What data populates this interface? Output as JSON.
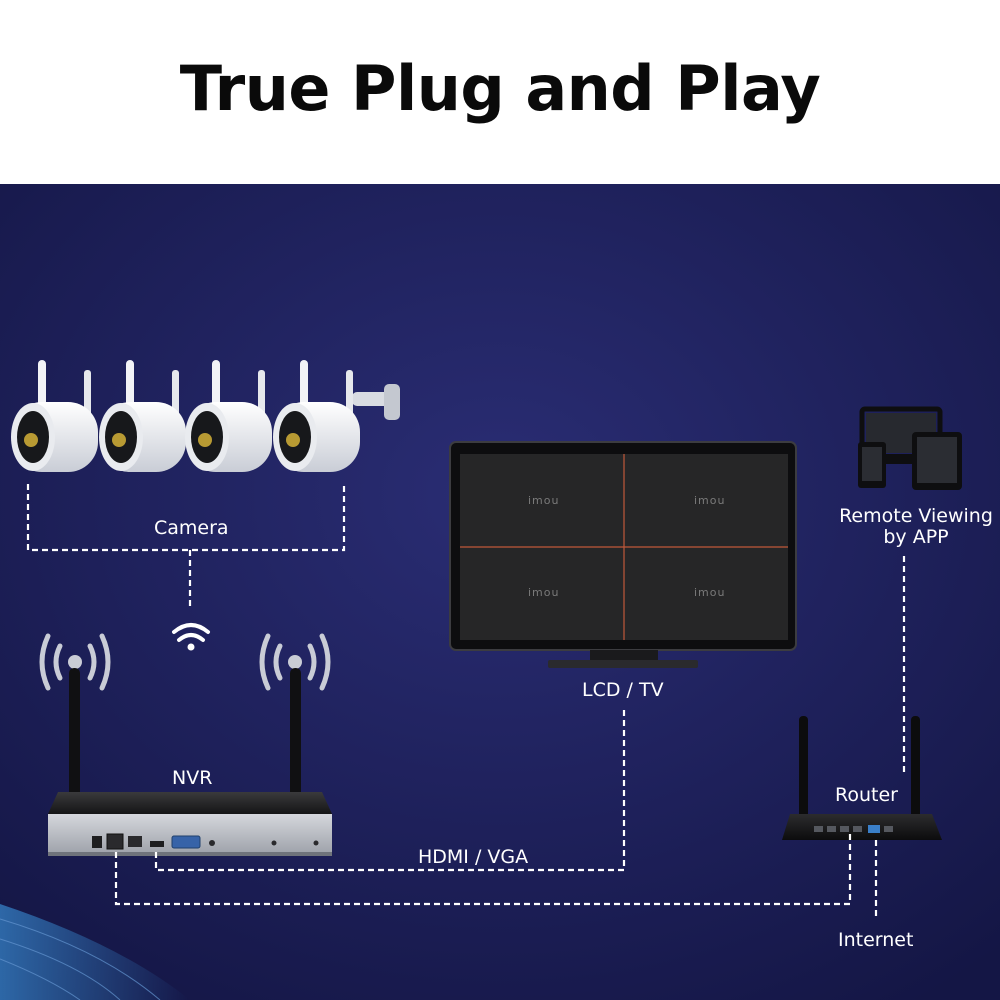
{
  "header": {
    "title": "True Plug and Play"
  },
  "labels": {
    "camera": "Camera",
    "lcd_tv": "LCD / TV",
    "remote_line1": "Remote Viewing",
    "remote_line2": "by APP",
    "nvr": "NVR",
    "router": "Router",
    "hdmi_vga": "HDMI / VGA",
    "internet": "Internet"
  },
  "screen": {
    "watermarks": [
      "imou",
      "imou",
      "imou",
      "imou"
    ]
  },
  "icons": {
    "wifi_signal": "wifi-signal-icon",
    "broadcast": "broadcast-waves-icon",
    "devices": "phone-tablet-icon"
  },
  "colors": {
    "background": "#1c1f5c",
    "title": "#0a0a0a",
    "label": "#ffffff",
    "connector": "#ffffff",
    "screen_divider": "#c0583a"
  }
}
